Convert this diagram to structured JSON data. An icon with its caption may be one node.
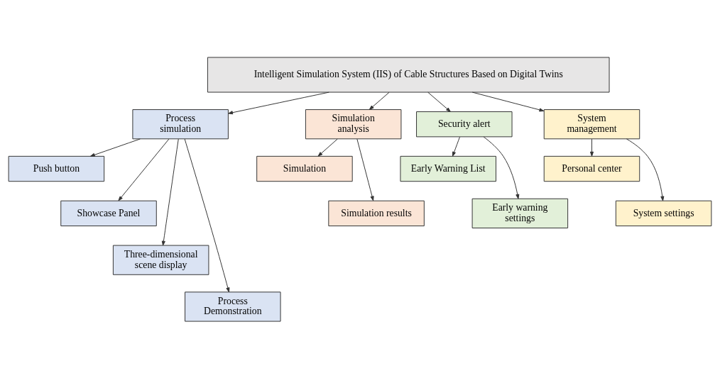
{
  "diagram": {
    "nodes": [
      {
        "text": [
          "Intelligent Simulation System (IIS) of Cable Structures Based on Digital Twins"
        ]
      },
      {
        "text": [
          "Process simulation"
        ]
      },
      {
        "text": [
          "Simulation analysis"
        ]
      },
      {
        "text": [
          "Security alert"
        ]
      },
      {
        "text": [
          "System management"
        ]
      },
      {
        "text": [
          "Push button"
        ]
      },
      {
        "text": [
          "Showcase Panel"
        ]
      },
      {
        "text": [
          "Three-dimensional scene display"
        ]
      },
      {
        "text": [
          "Process Demonstration"
        ]
      },
      {
        "text": [
          "Simulation"
        ]
      },
      {
        "text": [
          "Simulation results"
        ]
      },
      {
        "text": [
          "Early Warning List"
        ]
      },
      {
        "text": [
          "Early warning settings"
        ]
      },
      {
        "text": [
          "Personal center"
        ]
      },
      {
        "text": [
          "System settings"
        ]
      }
    ],
    "edges": [
      {
        "from": 0,
        "to": 1,
        "arrow": "to"
      },
      {
        "from": 0,
        "to": 2,
        "arrow": "to"
      },
      {
        "from": 0,
        "to": 3,
        "arrow": "to"
      },
      {
        "from": 0,
        "to": 4,
        "arrow": "to"
      },
      {
        "from": 1,
        "to": 5,
        "arrow": "to"
      },
      {
        "from": 1,
        "to": 6,
        "arrow": "to"
      },
      {
        "from": 1,
        "to": 7,
        "arrow": "to"
      },
      {
        "from": 1,
        "to": 8,
        "arrow": "to"
      },
      {
        "from": 2,
        "to": 9,
        "arrow": "to"
      },
      {
        "from": 2,
        "to": 10,
        "arrow": "to"
      },
      {
        "from": 3,
        "to": 11,
        "arrow": "to"
      },
      {
        "from": 3,
        "to": 12,
        "arrow": "to"
      },
      {
        "from": 4,
        "to": 13,
        "arrow": "to"
      },
      {
        "from": 4,
        "to": 14,
        "arrow": "to"
      }
    ]
  }
}
